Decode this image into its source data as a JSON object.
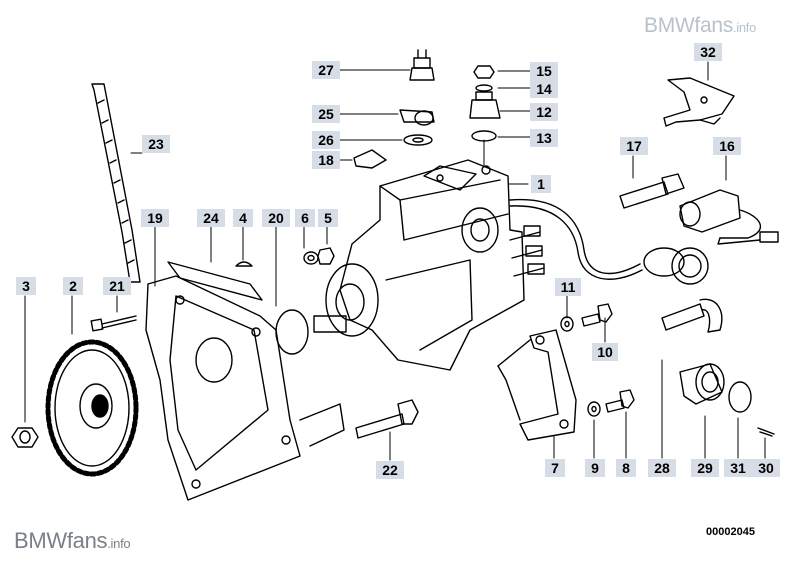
{
  "brand": {
    "name": "BMWfans",
    "suffix": ".info"
  },
  "drawing_number": "00002045",
  "parts": [
    {
      "no": "1"
    },
    {
      "no": "2"
    },
    {
      "no": "3"
    },
    {
      "no": "4"
    },
    {
      "no": "5"
    },
    {
      "no": "6"
    },
    {
      "no": "7"
    },
    {
      "no": "8"
    },
    {
      "no": "9"
    },
    {
      "no": "10"
    },
    {
      "no": "11"
    },
    {
      "no": "12"
    },
    {
      "no": "13"
    },
    {
      "no": "14"
    },
    {
      "no": "15"
    },
    {
      "no": "16"
    },
    {
      "no": "17"
    },
    {
      "no": "18"
    },
    {
      "no": "19"
    },
    {
      "no": "20"
    },
    {
      "no": "21"
    },
    {
      "no": "22"
    },
    {
      "no": "23"
    },
    {
      "no": "24"
    },
    {
      "no": "25"
    },
    {
      "no": "26"
    },
    {
      "no": "27"
    },
    {
      "no": "28"
    },
    {
      "no": "29"
    },
    {
      "no": "30"
    },
    {
      "no": "31"
    },
    {
      "no": "32"
    }
  ],
  "colors": {
    "callout_bg": "#d6dde6",
    "line": "#000000",
    "brand_top": "#b8c2cc",
    "brand_bottom": "#7a8088"
  },
  "icons": [
    "injection-pump",
    "sprocket-gear",
    "support-bracket",
    "rotation-sensor",
    "connector-plug"
  ]
}
